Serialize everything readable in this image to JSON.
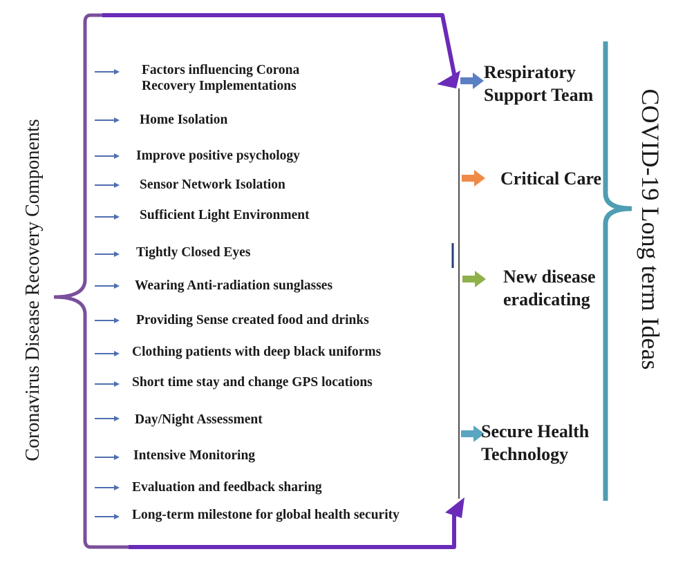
{
  "left_title": "Coronavirus Disease Recovery Components",
  "right_title": "COVID-19 Long term Ideas",
  "components": [
    {
      "lines": [
        "Factors influencing Corona",
        "Recovery Implementations"
      ]
    },
    {
      "lines": [
        "Home Isolation"
      ]
    },
    {
      "lines": [
        "Improve positive psychology"
      ]
    },
    {
      "lines": [
        "Sensor Network Isolation"
      ]
    },
    {
      "lines": [
        "Sufficient Light Environment"
      ]
    },
    {
      "lines": [
        "Tightly Closed Eyes"
      ]
    },
    {
      "lines": [
        "Wearing Anti-radiation sunglasses"
      ]
    },
    {
      "lines": [
        "Providing Sense created food and drinks"
      ]
    },
    {
      "lines": [
        "Clothing patients with deep black uniforms"
      ]
    },
    {
      "lines": [
        "Short time stay and change GPS locations"
      ]
    },
    {
      "lines": [
        "Day/Night Assessment"
      ]
    },
    {
      "lines": [
        "Intensive Monitoring"
      ]
    },
    {
      "lines": [
        "Evaluation and feedback sharing"
      ]
    },
    {
      "lines": [
        "Long-term milestone for global health security"
      ]
    }
  ],
  "ideas": [
    {
      "lines": [
        "Respiratory",
        "Support Team"
      ],
      "color": "#5b7fc4"
    },
    {
      "lines": [
        "Critical Care"
      ],
      "color": "#ef8a47"
    },
    {
      "lines": [
        "New disease",
        "eradicating"
      ],
      "color": "#8fb04a"
    },
    {
      "lines": [
        "Secure Health",
        "Technology"
      ],
      "color": "#5aa5c0"
    }
  ],
  "colors": {
    "brace_left": "#7a4f9b",
    "bracket": "#6a2bb8",
    "brace_right": "#4f9db3",
    "small_arrow": "#4f6fb0",
    "divider": "#222222"
  }
}
